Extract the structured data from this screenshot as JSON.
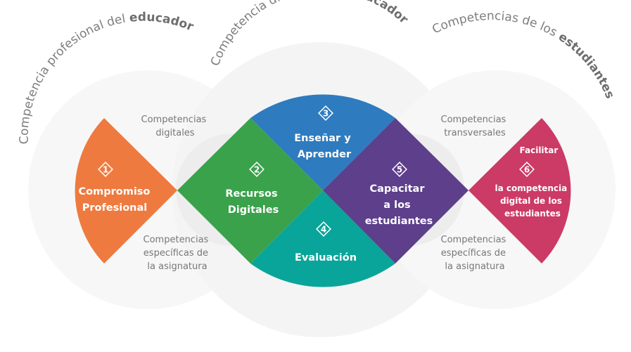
{
  "arc_titles": {
    "profesional": {
      "text": "Competencia profesional del ",
      "bold": "educador"
    },
    "didactica": {
      "text": "Competencia didáctica del ",
      "bold": "educador"
    },
    "estudiantes": {
      "text": "Competencias de los ",
      "bold": "estudiantes"
    }
  },
  "side_notes": {
    "digitales": [
      "Competencias",
      "digitales"
    ],
    "especificas_l": [
      "Competencias",
      "específicas de",
      "la asignatura"
    ],
    "transversales": [
      "Competencias",
      "transversales"
    ],
    "especificas_r": [
      "Competencias",
      "específicas de",
      "la asignatura"
    ]
  },
  "segments": [
    {
      "number": "1",
      "lines": [
        "Compromiso",
        "Profesional"
      ],
      "color": "#ee7a40"
    },
    {
      "number": "2",
      "lines": [
        "Recursos",
        "Digitales"
      ],
      "color": "#3aa24b"
    },
    {
      "number": "3",
      "lines": [
        "Enseñar y",
        "Aprender"
      ],
      "color": "#2e7bbf"
    },
    {
      "number": "4",
      "lines": [
        "Evaluación"
      ],
      "color": "#0aa59a"
    },
    {
      "number": "5",
      "lines": [
        "Capacitar",
        "a los",
        "estudiantes"
      ],
      "color": "#5d3f8c"
    },
    {
      "number": "6",
      "top": "Facilitar",
      "lines": [
        "la competencia",
        "digital de los",
        "estudiantes"
      ],
      "color": "#cc3a66"
    }
  ],
  "colors": {
    "background_circle": "#f5f5f5",
    "overlap_circle": "#ececec",
    "label_gray": "#777777"
  }
}
